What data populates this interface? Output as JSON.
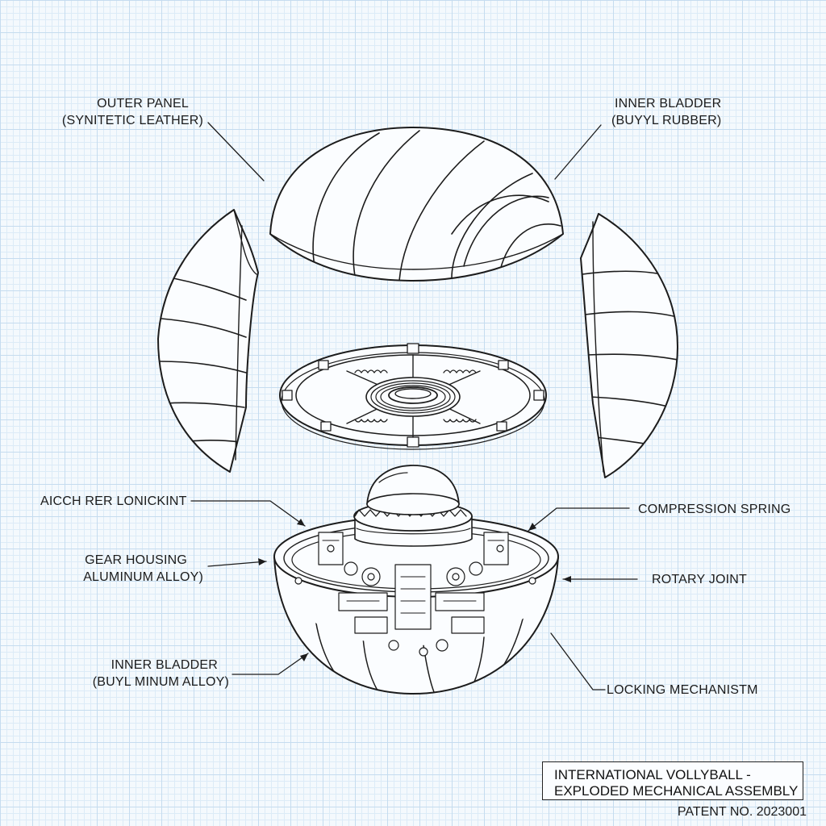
{
  "labels": {
    "outer_panel": {
      "line1": "OUTER PANEL",
      "line2": "(SYNITETIC LEATHER)"
    },
    "inner_bladder_top": {
      "line1": "INNER BLADDER",
      "line2": "(BUYYL RUBBER)"
    },
    "aicch": {
      "line1": "AICCH RER LONICKINT"
    },
    "compression_spring": {
      "line1": "COMPRESSION SPRING"
    },
    "gear_housing": {
      "line1": "GEAR HOUSING",
      "line2": "ALUMINUM ALLOY)"
    },
    "rotary_joint": {
      "line1": "ROTARY JOINT"
    },
    "inner_bladder_bottom": {
      "line1": "INNER BLADDER",
      "line2": "(BUYL MINUM ALLOY)"
    },
    "locking_mechanism": {
      "line1": "LOCKING MECHANISTM"
    }
  },
  "title_block": {
    "line1": "INTERNATIONAL VOLLYBALL -",
    "line2": "EXPLODED MECHANICAL ASSEMBLY",
    "patent": "PATENT NO. 2023001"
  },
  "colors": {
    "ink": "#1c1c1c",
    "grid_major": "#c5dcef",
    "grid_minor": "#dcebf7",
    "paper": "#f4f9fd"
  }
}
